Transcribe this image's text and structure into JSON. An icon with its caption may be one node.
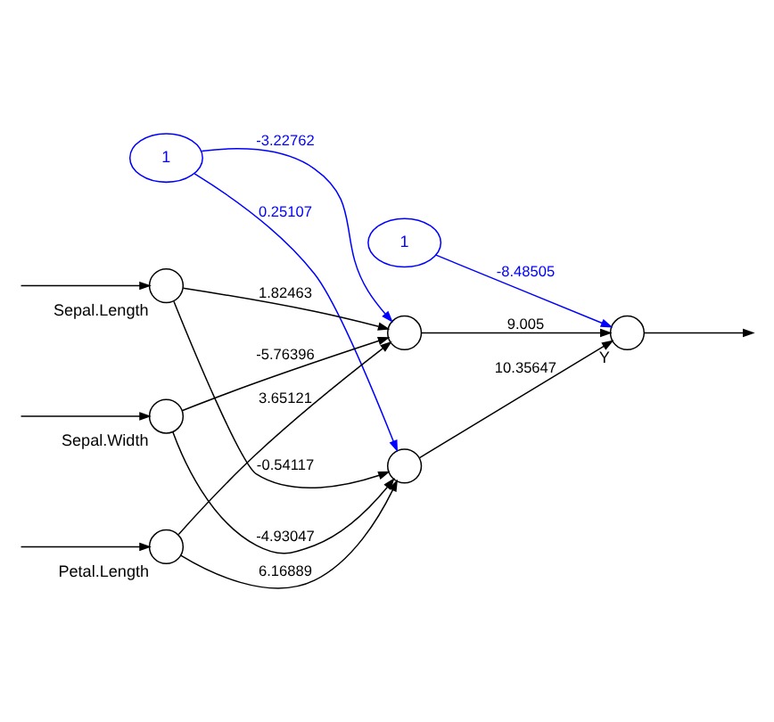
{
  "diagram": {
    "nodes": [
      {
        "text": [
          "1"
        ]
      },
      {
        "text": [
          "1"
        ]
      },
      {
        "text": [],
        "shape": "circle",
        "beside": [
          "Sepal.Length"
        ]
      },
      {
        "text": [],
        "shape": "circle",
        "beside": [
          "Sepal.Width"
        ]
      },
      {
        "text": [],
        "shape": "circle",
        "beside": [
          "Petal.Length"
        ]
      },
      {
        "text": [],
        "shape": "circle"
      },
      {
        "text": [],
        "shape": "circle"
      },
      {
        "text": [],
        "shape": "circle",
        "beside": [
          "Y"
        ]
      }
    ],
    "edges": [
      {
        "from": null,
        "to": 2,
        "arrow": "to"
      },
      {
        "from": null,
        "to": 3,
        "arrow": "to"
      },
      {
        "from": null,
        "to": 4,
        "arrow": "to"
      },
      {
        "from": 2,
        "to": 5,
        "arrow": "to",
        "label": "1.82463"
      },
      {
        "from": 2,
        "to": 6,
        "arrow": "to",
        "label": "-0.54117"
      },
      {
        "from": 3,
        "to": 5,
        "arrow": "to",
        "label": "-5.76396"
      },
      {
        "from": 3,
        "to": 6,
        "arrow": "to",
        "label": "-4.93047"
      },
      {
        "from": 4,
        "to": 5,
        "arrow": "to",
        "label": "3.65121"
      },
      {
        "from": 4,
        "to": 6,
        "arrow": "to",
        "label": "6.16889"
      },
      {
        "from": 0,
        "to": 5,
        "arrow": "to",
        "label": "-3.22762",
        "color": "#0000ff"
      },
      {
        "from": 0,
        "to": 6,
        "arrow": "to",
        "label": "0.25107",
        "color": "#0000ff"
      },
      {
        "from": 5,
        "to": 7,
        "arrow": "to",
        "label": "9.005"
      },
      {
        "from": 6,
        "to": 7,
        "arrow": "to",
        "label": "10.35647"
      },
      {
        "from": 1,
        "to": 7,
        "arrow": "to",
        "label": "-8.48505",
        "color": "#0000ff"
      },
      {
        "from": 7,
        "to": null,
        "arrow": "to"
      }
    ]
  }
}
